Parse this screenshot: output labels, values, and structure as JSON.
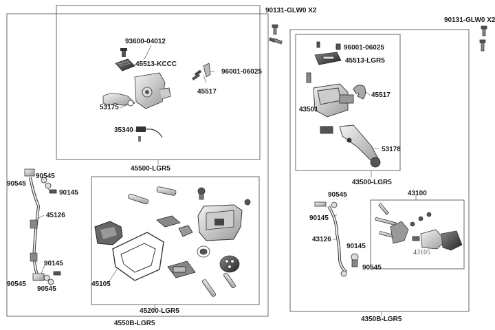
{
  "left_assembly": {
    "label": "4550B-LGR5",
    "master_cylinder": {
      "label": "45500-LGR5",
      "parts": {
        "screw": "93600-04012",
        "cap": "45513-KCCC",
        "bolt": "96001-06025",
        "holder": "45517",
        "lever": "53175",
        "switch": "35340"
      }
    },
    "caliper": {
      "label": "45200-LGR5",
      "parts": {
        "pad_kit": "45105"
      }
    },
    "hose": {
      "hose": "45126",
      "washer_top_a": "90545",
      "washer_top_b": "90545",
      "bolt_top": "90145",
      "bolt_bottom": "90145",
      "washer_bottom_a": "90545",
      "washer_bottom_b": "90545"
    }
  },
  "right_assembly": {
    "label": "4350B-LGR5",
    "mount_bolt_left": "90131-GLW0 X2",
    "mount_bolt_right": "90131-GLW0 X2",
    "master_cylinder": {
      "label": "43500-LGR5",
      "parts": {
        "bolt": "96001-06025",
        "cap": "45513-LGR5",
        "holder": "45517",
        "body": "43501",
        "lever": "53178"
      }
    },
    "caliper": {
      "label": "43100",
      "parts": {
        "pad_kit": "43105"
      }
    },
    "hose": {
      "washer_top": "90545",
      "bolt_top": "90145",
      "hose": "43126",
      "bolt_bottom": "90145",
      "washer_bottom": "90545"
    }
  }
}
